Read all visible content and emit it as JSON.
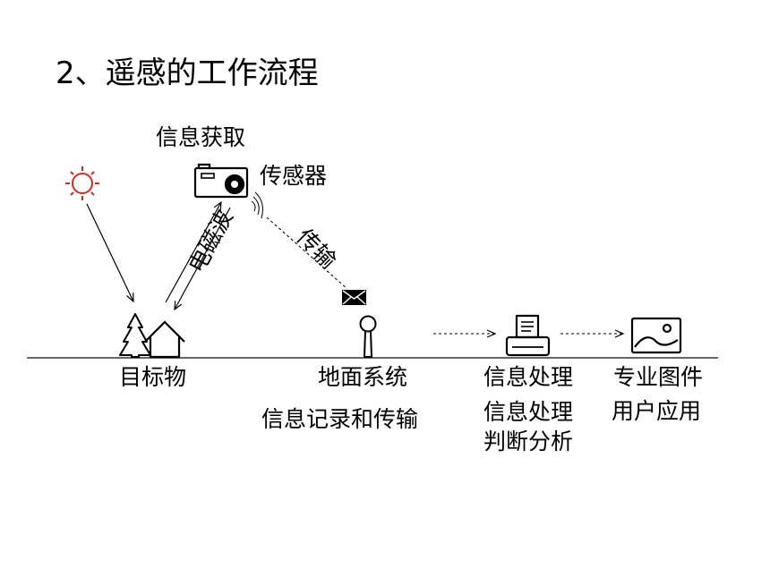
{
  "title": "2、遥感的工作流程",
  "labels": {
    "acquisition": "信息获取",
    "sensor": "传感器",
    "em_wave": "电磁波",
    "transmission": "传输",
    "target": "目标物",
    "ground_system": "地面系统",
    "record_transmit": "信息记录和传输",
    "processing": {
      "heading": "信息处理",
      "lines": [
        "信息处理",
        "判断分析"
      ]
    },
    "application": {
      "heading": "专业图件",
      "line": "用户应用"
    }
  },
  "colors": {
    "sun": "#e0261b",
    "ink": "#000000"
  },
  "icons": [
    "sun-icon",
    "camera-icon",
    "tree-icon",
    "house-icon",
    "envelope-icon",
    "antenna-icon",
    "printer-icon",
    "image-icon"
  ]
}
